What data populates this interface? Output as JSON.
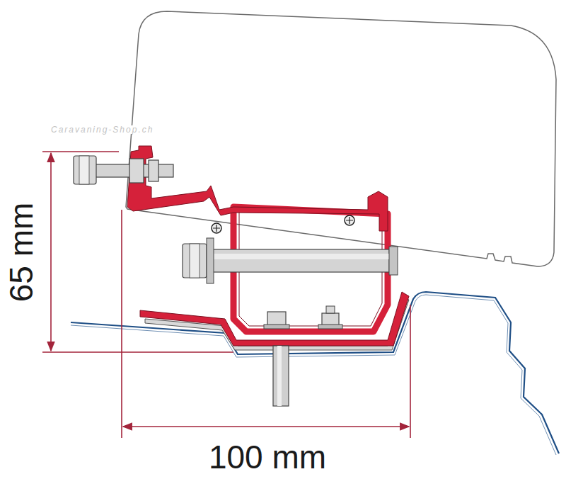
{
  "diagram": {
    "labels": [
      "Caravaning-Shop.ch",
      "65 mm",
      "100 mm"
    ]
  }
}
